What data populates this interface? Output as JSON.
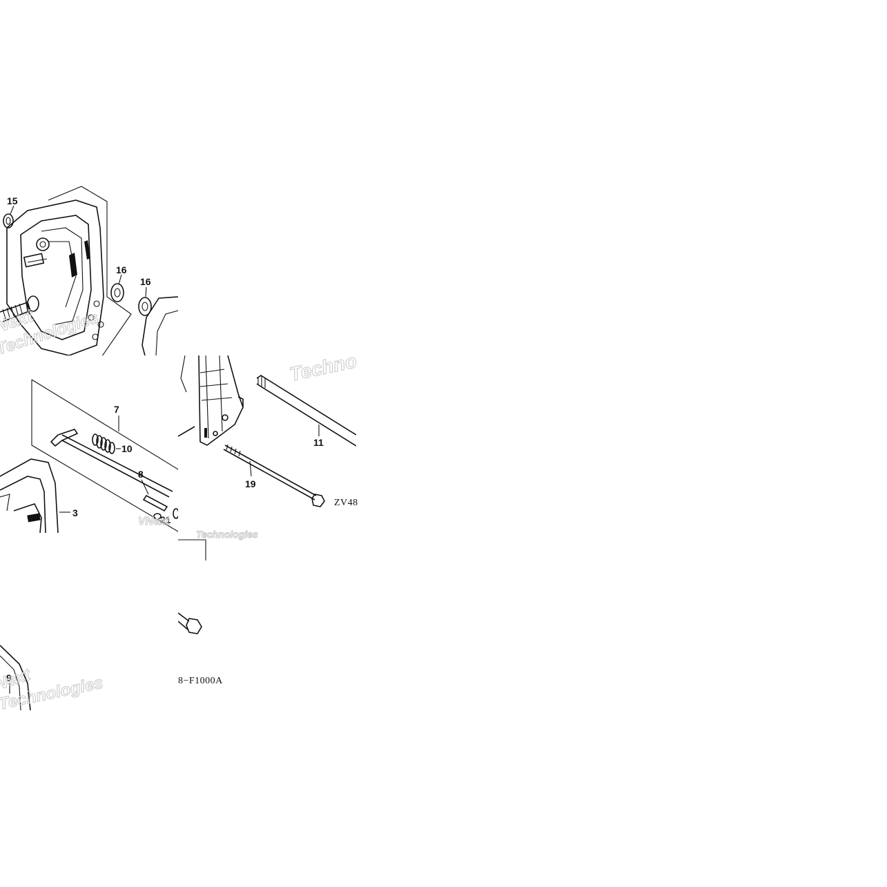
{
  "diagram": {
    "colors": {
      "background": "#ffffff",
      "ink": "#111111",
      "watermark": "#cfcfcf"
    },
    "callouts": {
      "c15": "15",
      "c16a": "16",
      "c16b": "16",
      "c7": "7",
      "c10": "10",
      "c8": "8",
      "c3": "3",
      "c21": "21",
      "c11": "11",
      "c19": "19",
      "c9": "9"
    },
    "codes": {
      "zv": "ZV48",
      "ref": "8−F1000A"
    },
    "watermarks": {
      "w1": "Next",
      "w2": "Technologies",
      "w3": "Techno",
      "w4": "VNext",
      "w5": "Technologies",
      "w6": "Next",
      "w7": "Technologies"
    }
  }
}
